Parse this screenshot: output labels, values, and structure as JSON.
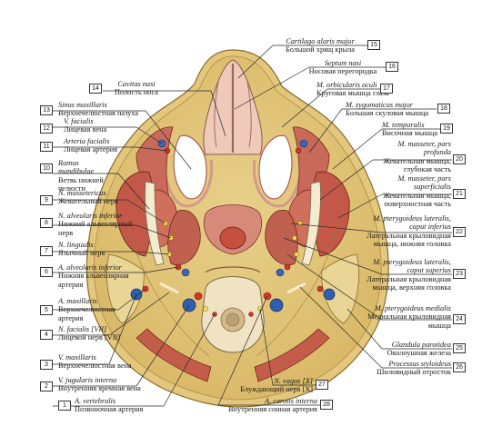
{
  "labels_left": [
    {
      "num": "14",
      "latin": "Cavitas nasi",
      "russian": "Полость носа"
    },
    {
      "num": "13",
      "latin": "Sinus maxillaris",
      "russian": "Верхнечелюстная пазуха"
    },
    {
      "num": "12",
      "latin": "V. facialis",
      "russian": "Лицевая вена"
    },
    {
      "num": "11",
      "latin": "Arteria facialis",
      "russian": "Лицевая артерия"
    },
    {
      "num": "10",
      "latin": "Ramus mandibulae",
      "russian": "Ветвь нижней челюсти"
    },
    {
      "num": "9",
      "latin": "N. massetericus",
      "russian": "Жевательный нерв"
    },
    {
      "num": "8",
      "latin": "N. alveolaris inferior",
      "russian": "Нижний альвеолярный нерв"
    },
    {
      "num": "7",
      "latin": "N. lingualis",
      "russian": "Язычный нерв"
    },
    {
      "num": "6",
      "latin": "A. alveolaris inferior",
      "russian": "Нижняя альвеолярная артерия"
    },
    {
      "num": "5",
      "latin": "A. maxillaris",
      "russian": "Верхнечелюстная артерия"
    },
    {
      "num": "4",
      "latin": "N. facialis [VII]",
      "russian": "Лицевой нерв [VII]"
    },
    {
      "num": "3",
      "latin": "V. maxillaris",
      "russian": "Верхнечелюстная вена"
    },
    {
      "num": "2",
      "latin": "V. jugularis interna",
      "russian": "Внутренняя яремная вена"
    },
    {
      "num": "1",
      "latin": "A. vertebralis",
      "russian": "Позвоночная артерия"
    }
  ],
  "labels_right": [
    {
      "num": "15",
      "latin": "Cartilago alaris major",
      "russian": "Большой хрящ крыла"
    },
    {
      "num": "16",
      "latin": "Septum nasi",
      "russian": "Носовая перегородка"
    },
    {
      "num": "17",
      "latin": "M. orbicularis oculi",
      "russian": "Круговая мышца глаза"
    },
    {
      "num": "18",
      "latin": "M. zygomaticus major",
      "russian": "Большая скуловая мышца"
    },
    {
      "num": "19",
      "latin": "M. temporalis",
      "russian": "Височная мышца"
    },
    {
      "num": "20",
      "latin": "M. masseter, pars profunda",
      "russian": "Жевательная мышца, глубокая часть"
    },
    {
      "num": "21",
      "latin": "M. masseter, pars superficialis",
      "russian": "Жевательная мышца, поверхностная часть"
    },
    {
      "num": "22",
      "latin": "M. pterygoideus lateralis, caput inferius",
      "russian": "Латеральная крыловидная мышца, нижняя головка"
    },
    {
      "num": "23",
      "latin": "M. pterygoideus lateralis, caput superius",
      "russian": "Латеральная крыловидная мышца, верхняя головка"
    },
    {
      "num": "24",
      "latin": "M. pterygoideus medialis",
      "russian": "Медиальная крыловидная мышца"
    },
    {
      "num": "25",
      "latin": "Glandula parotidea",
      "russian": "Околоушная железа"
    },
    {
      "num": "26",
      "latin": "Processus styloideus",
      "russian": "Шиловидный отросток"
    }
  ],
  "labels_bottom": [
    {
      "num": "27",
      "latin": "N. vagus [X]",
      "russian": "Блуждающий нерв [X]"
    },
    {
      "num": "28",
      "latin": "A. carotis interna",
      "russian": "Внутренняя сонная артерия"
    }
  ]
}
